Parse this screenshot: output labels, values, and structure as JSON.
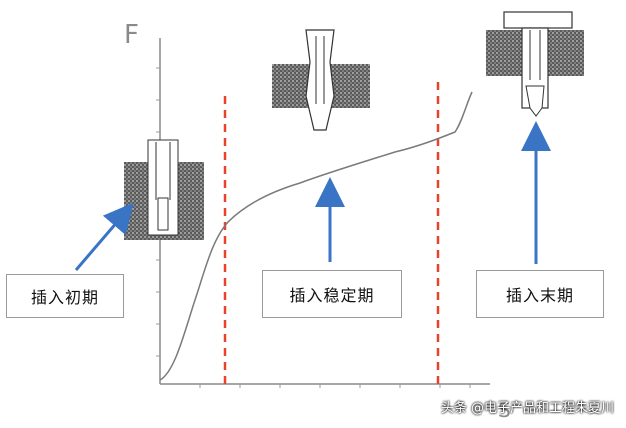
{
  "axes": {
    "y_label": "F",
    "x_label": "S"
  },
  "stages": [
    {
      "label": "插入初期"
    },
    {
      "label": "插入稳定期"
    },
    {
      "label": "插入末期"
    }
  ],
  "watermark": "头条 @电子产品和工程朱夏川",
  "colors": {
    "curve": "#7a7a7a",
    "divider": "#e8432a",
    "arrow": "#3a74c4",
    "axis": "#8a8a8a"
  }
}
